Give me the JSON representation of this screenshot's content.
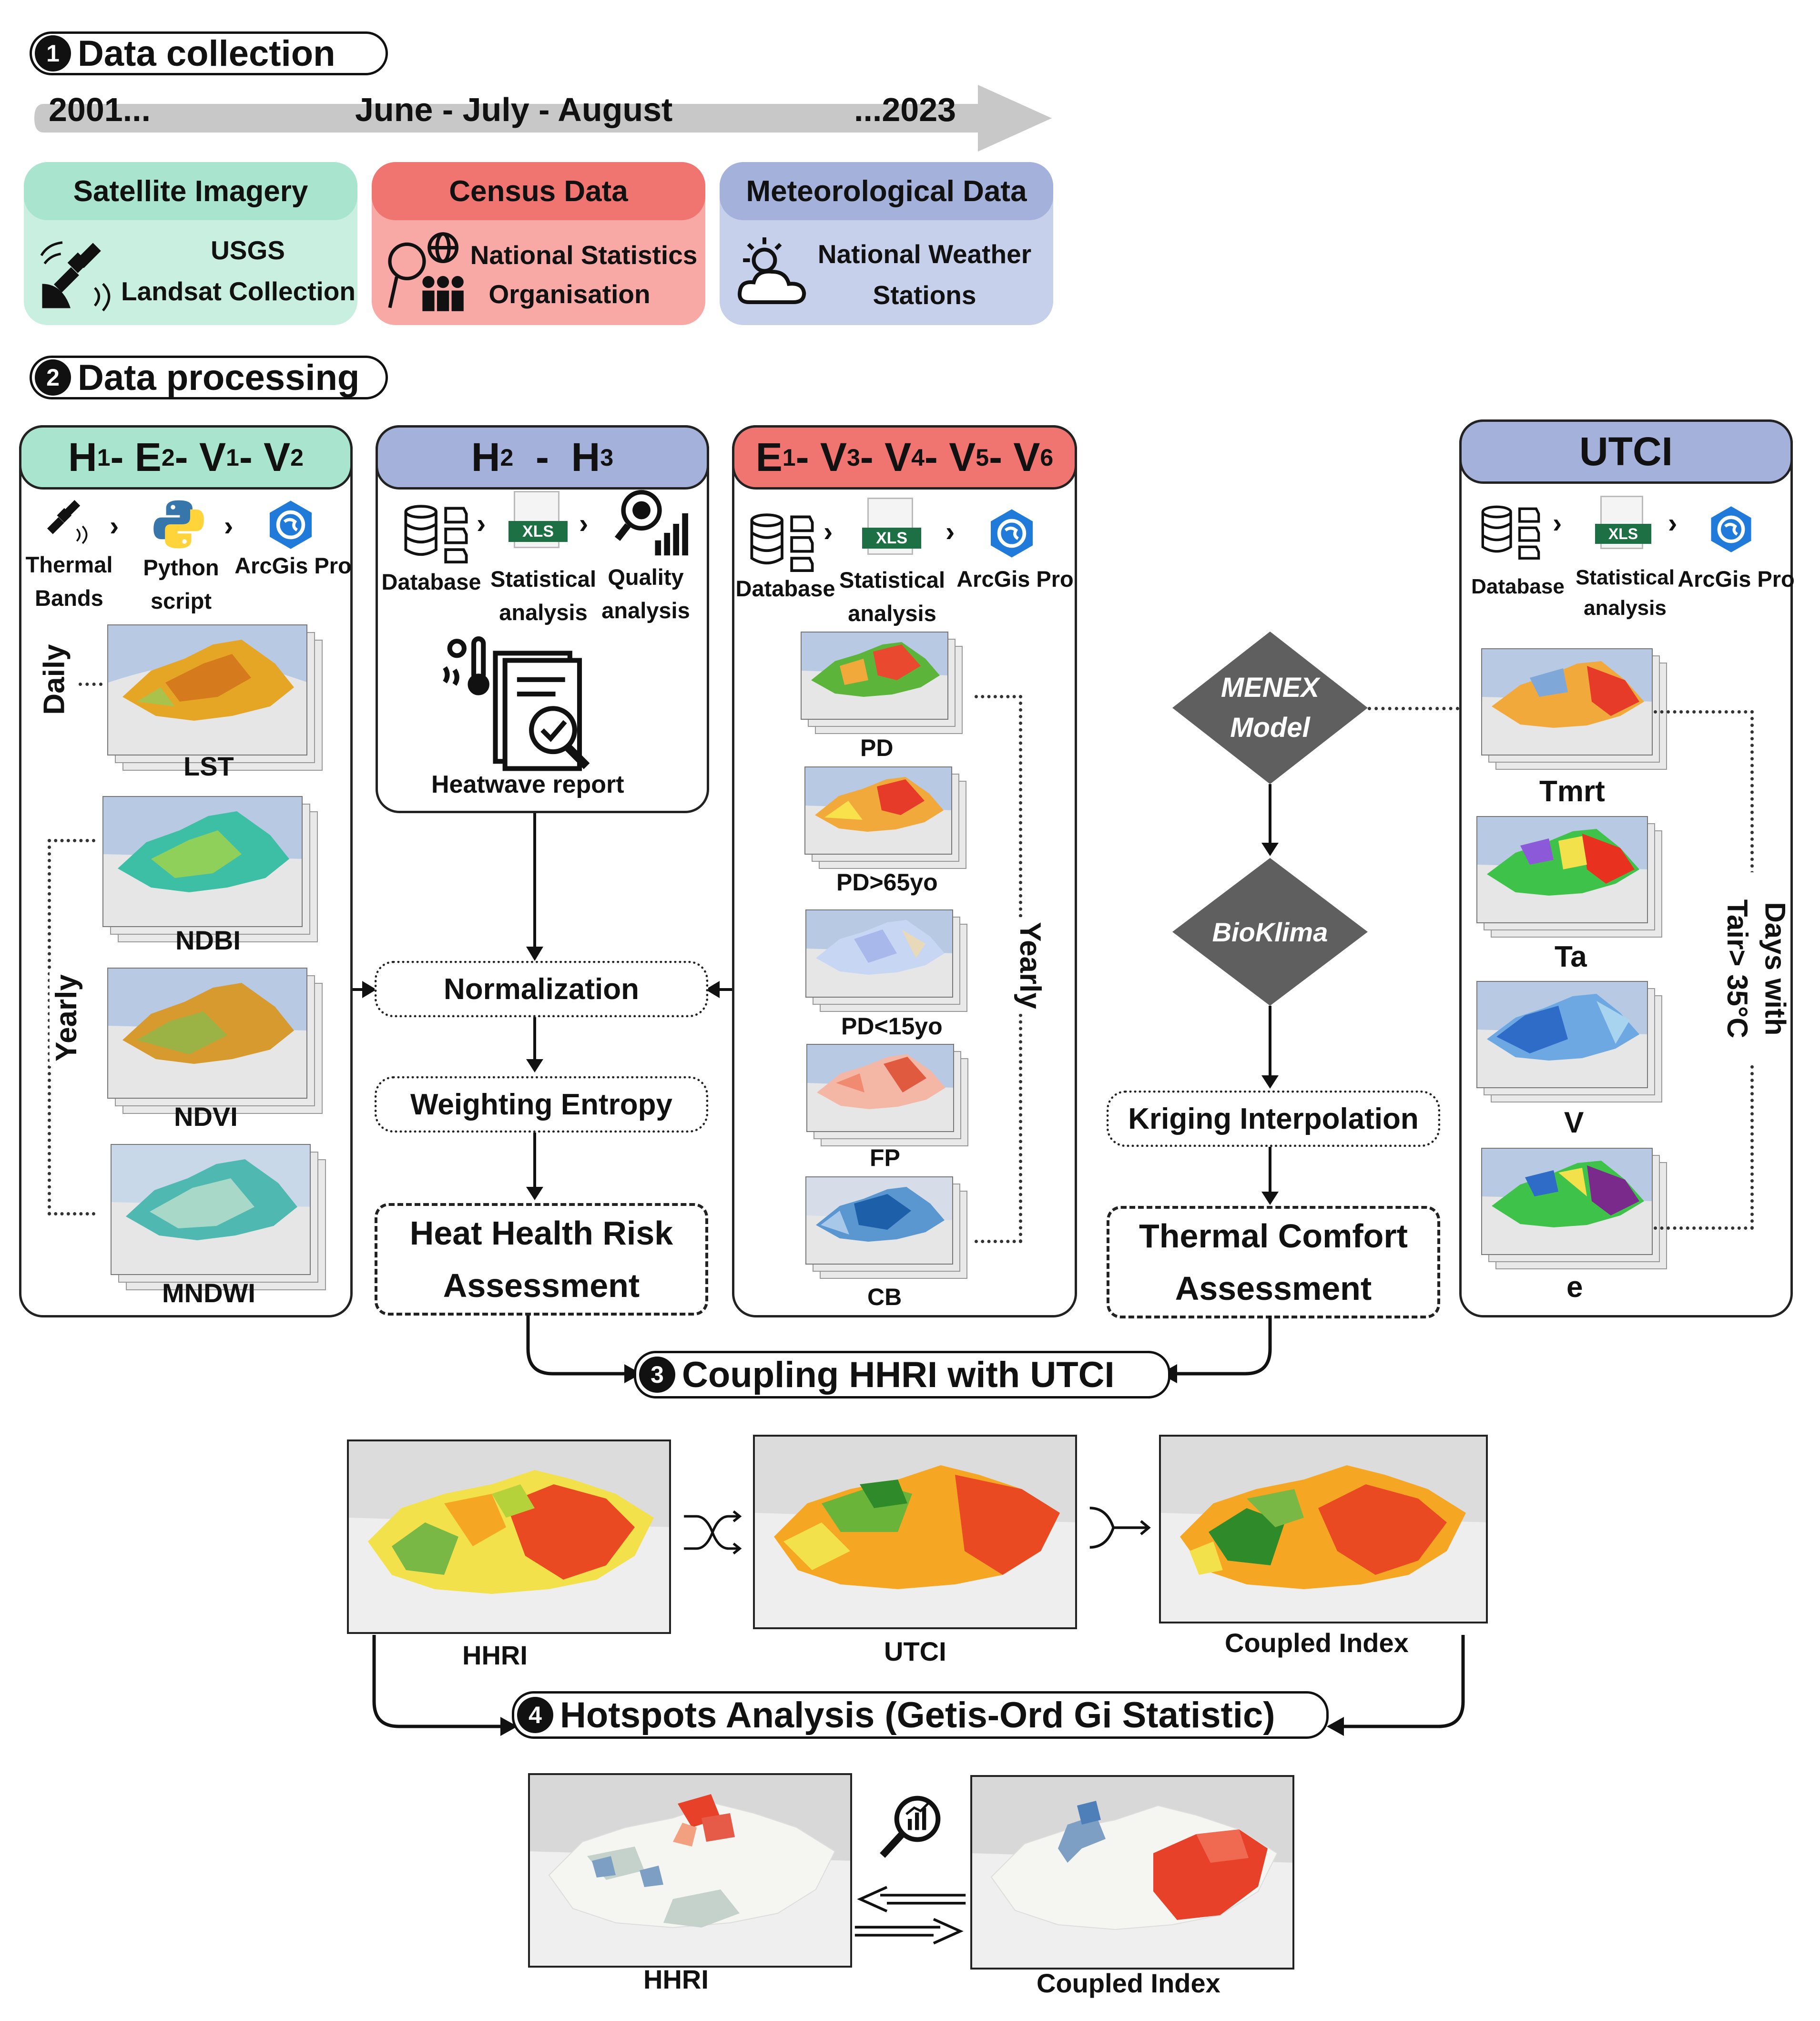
{
  "steps": {
    "s1": {
      "num": "1",
      "label": "Data collection"
    },
    "s2": {
      "num": "2",
      "label": "Data processing"
    },
    "s3": {
      "num": "3",
      "label": "Coupling HHRI with UTCI"
    },
    "s4": {
      "num": "4",
      "label": "Hotspots Analysis (Getis-Ord Gi Statistic)"
    }
  },
  "timeline": {
    "start": "2001...",
    "mid": "June - July - August",
    "end": "...2023"
  },
  "sources": [
    {
      "title": "Satellite Imagery",
      "line1": "USGS",
      "line2": "Landsat Collection",
      "color": "#a9e4cf",
      "icon": "satellite-icon"
    },
    {
      "title": "Census Data",
      "line1": "National Statistics",
      "line2": "Organisation",
      "color": "#f8a8a5",
      "head_color": "#f07470",
      "icon": "census-icon"
    },
    {
      "title": "Meteorological Data",
      "line1": "National Weather",
      "line2": "Stations",
      "color": "#c7d0ea",
      "head_color": "#a4b1db",
      "icon": "weather-icon"
    }
  ],
  "panel_hev": {
    "title_parts": [
      "H",
      "1",
      "- E",
      "2",
      "- V",
      "1",
      "- V",
      "2"
    ],
    "tools": [
      "Thermal\nBands",
      "Python\nscript",
      "ArcGis Pro"
    ],
    "maps": [
      "LST",
      "NDBI",
      "NDVI",
      "MNDWI"
    ],
    "daily": "Daily",
    "yearly": "Yearly"
  },
  "panel_h": {
    "title_parts": [
      "H",
      "2",
      "  -  H",
      "3"
    ],
    "tools": [
      "Database",
      "Statistical\nanalysis",
      "Quality\nanalysis"
    ],
    "xls": "XLS",
    "report": "Heatwave report"
  },
  "panel_ev": {
    "title_parts": [
      "E",
      "1",
      "- V",
      "3",
      "- V",
      "4",
      "- V",
      "5",
      "- V",
      "6"
    ],
    "tools": [
      "Database",
      "Statistical\nanalysis",
      "ArcGis Pro"
    ],
    "xls": "XLS",
    "maps": [
      "PD",
      "PD>65yo",
      "PD<15yo",
      "FP",
      "CB"
    ],
    "yearly": "Yearly"
  },
  "panel_utci": {
    "title": "UTCI",
    "tools": [
      "Database",
      "Statistical\nanalysis",
      "ArcGis Pro"
    ],
    "xls": "XLS",
    "maps": [
      "Tmrt",
      "Ta",
      "V",
      "e"
    ],
    "days_line1": "Days with",
    "days_line2": "Tair> 35°C"
  },
  "flow": {
    "normalization": "Normalization",
    "weighting": "Weighting Entropy",
    "hhra": "Heat Health Risk\nAssessment",
    "menex": "MENEX\nModel",
    "bioklima": "BioKlima",
    "kriging": "Kriging Interpolation",
    "tca": "Thermal Comfort\nAssessment"
  },
  "coupling_maps": [
    "HHRI",
    "UTCI",
    "Coupled Index"
  ],
  "hotspot_maps": [
    "HHRI",
    "Coupled Index"
  ],
  "colors": {
    "panel_hev_head": "#a9e4cf",
    "panel_h_head": "#a4b1db",
    "panel_ev_head": "#f07470",
    "panel_utci_head": "#a4b1db",
    "diamond": "#5f5f5f"
  }
}
